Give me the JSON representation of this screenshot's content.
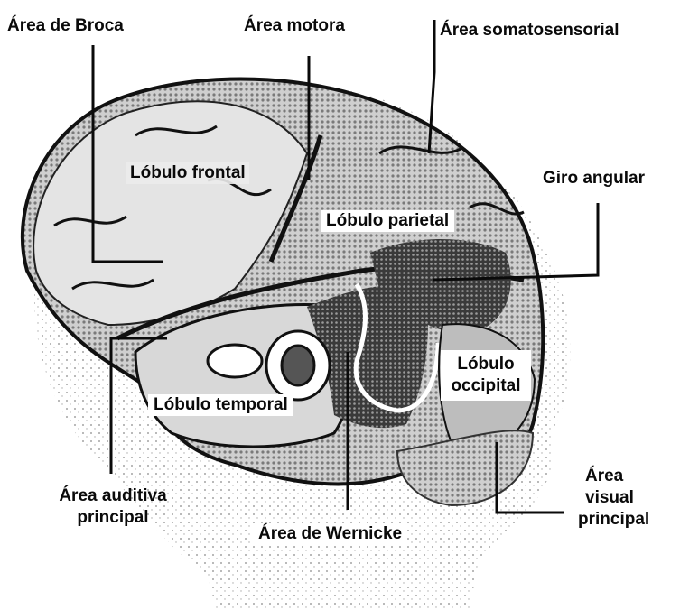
{
  "labels": {
    "broca": "Área de Broca",
    "motor": "Área motora",
    "somatosensory": "Área somatosensorial",
    "angular_gyrus": "Giro angular",
    "frontal_lobe": "Lóbulo frontal",
    "parietal_lobe": "Lóbulo parietal",
    "occipital_lobe_line1": "Lóbulo",
    "occipital_lobe_line2": "occipital",
    "temporal_lobe": "Lóbulo temporal",
    "auditory_line1": "Área auditiva",
    "auditory_line2": "principal",
    "wernicke": "Área de Wernicke",
    "visual_line1": "Área",
    "visual_line2": "visual",
    "visual_line3": "principal"
  }
}
